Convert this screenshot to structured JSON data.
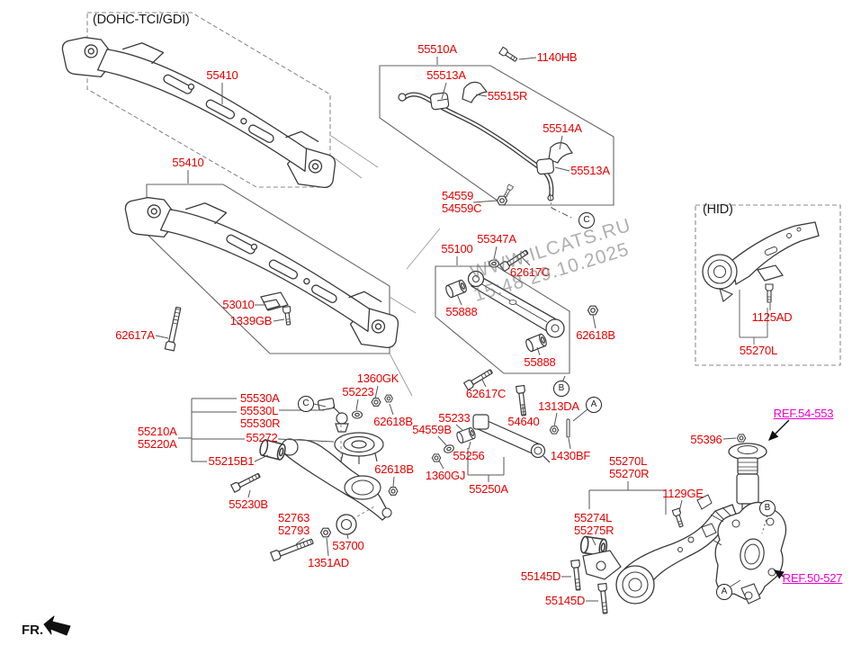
{
  "colors": {
    "label_red": "#e60000",
    "ref_magenta": "#ee00cc",
    "line_dark": "#3a3a3a",
    "line_gray": "#8a8a8a",
    "watermark_gray": "#6e6e6e"
  },
  "watermark": {
    "line1": "WWW.ILCATS.RU",
    "line2": "15:48 29.10.2025"
  },
  "front_marker": {
    "label": "FR."
  },
  "variants": {
    "dohc": "(DOHC-TCI/GDI)",
    "hid": "(HID)"
  },
  "references": {
    "ref54": "REF.54-553",
    "ref50": "REF.50-527"
  },
  "markers": {
    "c1": "C",
    "c2": "C",
    "b1": "B",
    "a1": "A",
    "b2": "B",
    "a2": "A"
  },
  "parts": {
    "p55410a": "55410",
    "p55410b": "55410",
    "p55510a": "55510A",
    "p1140hb": "1140HB",
    "p55513a1": "55513A",
    "p55515r": "55515R",
    "p55514a": "55514A",
    "p55513a2": "55513A",
    "p54559": "54559",
    "p54559c": "54559C",
    "p55347a": "55347A",
    "p55100": "55100",
    "p62617c1": "62617C",
    "p55888a": "55888",
    "p62618b1": "62618B",
    "p55888b": "55888",
    "p62617c2": "62617C",
    "p53010": "53010",
    "p1339gb": "1339GB",
    "p62617a": "62617A",
    "p1360gk": "1360GK",
    "p55223": "55223",
    "p55530a": "55530A",
    "p55530l": "55530L",
    "p55530r": "55530R",
    "p62618b2": "62618B",
    "p55272": "55272",
    "p55210a": "55210A",
    "p55220a": "55220A",
    "p55215b1": "55215B1",
    "p55230b": "55230B",
    "p52763": "52763",
    "p52793": "52793",
    "p53700": "53700",
    "p1351ad": "1351AD",
    "p62618b3": "62618B",
    "p54559b": "54559B",
    "p55233": "55233",
    "p55256": "55256",
    "p1360gj": "1360GJ",
    "p55250a": "55250A",
    "p54640": "54640",
    "p1313da": "1313DA",
    "p1430bf": "1430BF",
    "p55270l": "55270L",
    "p55270r": "55270R",
    "p1129ge": "1129GE",
    "p55274l": "55274L",
    "p55275r": "55275R",
    "p55145d1": "55145D",
    "p55145d2": "55145D",
    "p55396": "55396",
    "p1125ad": "1125AD",
    "p55270l2": "55270L"
  }
}
